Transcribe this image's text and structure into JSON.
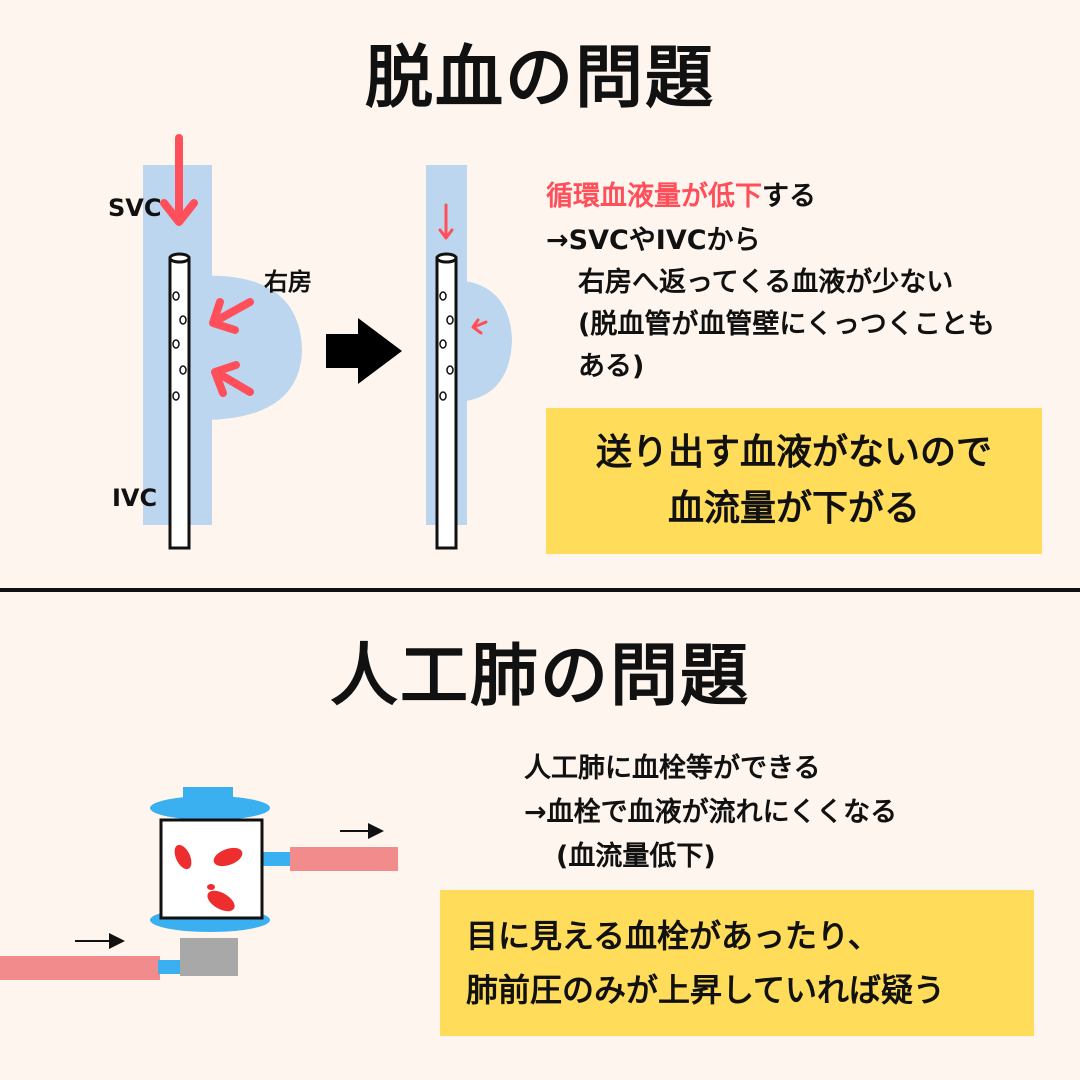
{
  "section1": {
    "title": "脱血の問題",
    "svc_label": "SVC",
    "ivc_label": "IVC",
    "ra_label": "右房",
    "text": {
      "line1_red": "循環血液量が低下",
      "line1_rest": "する",
      "line2": "→SVCやIVCから",
      "line3": "右房へ返ってくる血液が少ない",
      "line4": "(脱血管が血管壁にくっつくことも",
      "line5": "ある)"
    },
    "box": {
      "line1": "送り出す血液がないので",
      "line2": "血流量が下がる"
    }
  },
  "section2": {
    "title": "人工肺の問題",
    "text": {
      "line1": "人工肺に血栓等ができる",
      "line2": "→血栓で血液が流れにくくなる",
      "line3": "(血流量低下)"
    },
    "box": {
      "line1": "目に見える血栓があったり、",
      "line2": "肺前圧のみが上昇していれば疑う"
    }
  },
  "colors": {
    "background": "#fdf5ee",
    "vessel": "#bcd6ef",
    "arrow_red": "#ff4f5a",
    "highlight": "#ffdc5a",
    "tube_pink": "#f28b8b",
    "oxygenator_blue": "#3ab0f0",
    "pump_gray": "#a8a8a8",
    "clot_red": "#ee2e2e"
  }
}
